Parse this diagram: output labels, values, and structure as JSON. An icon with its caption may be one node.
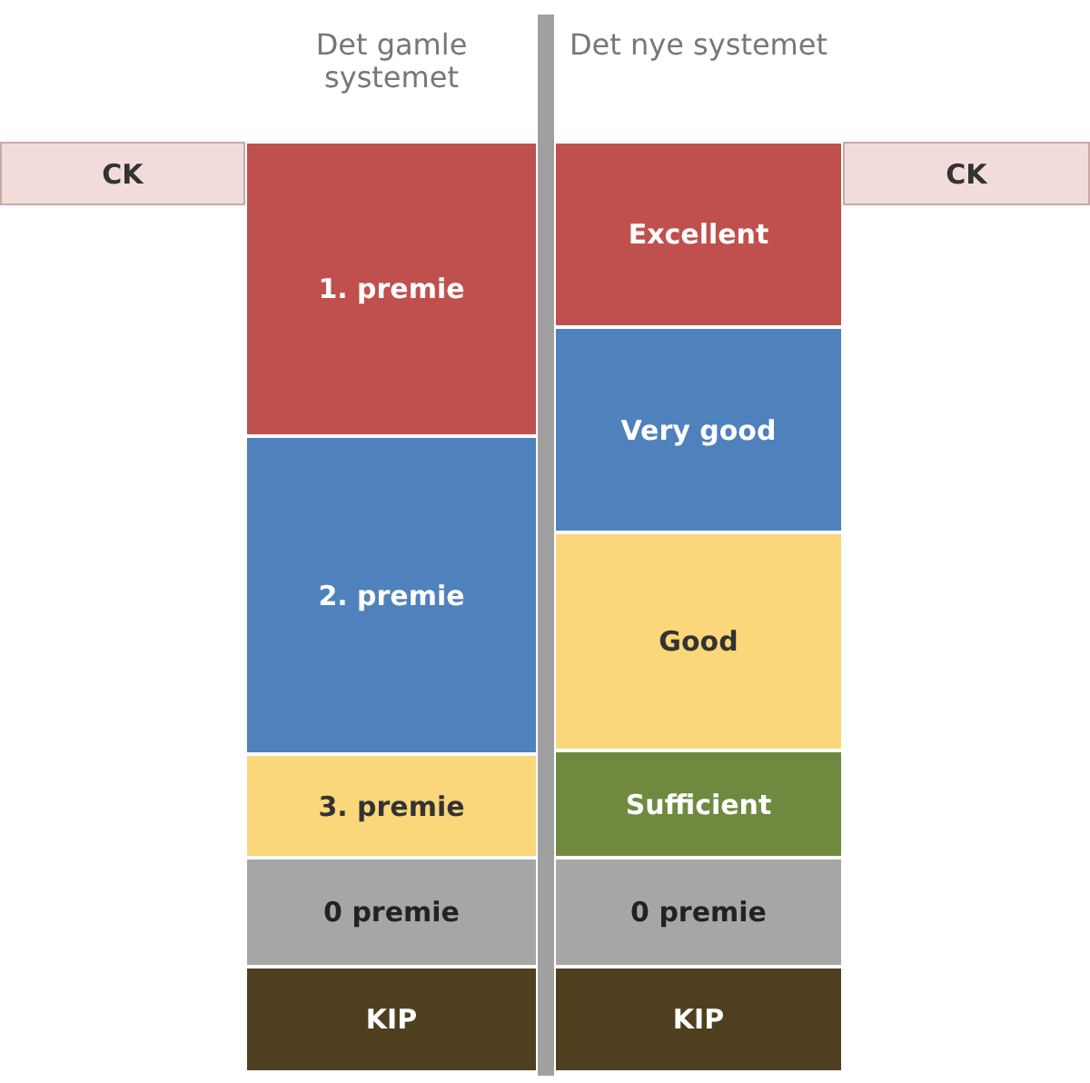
{
  "diagram": {
    "nodes": [
      {
        "text": [
          "CK"
        ]
      },
      {
        "text": [
          "1. premie"
        ]
      },
      {
        "text": [
          "2. premie"
        ]
      },
      {
        "text": [
          "3. premie"
        ]
      },
      {
        "text": [
          "0 premie"
        ]
      },
      {
        "text": [
          "KIP"
        ]
      },
      {
        "text": [
          "Excellent"
        ]
      },
      {
        "text": [
          "Very good"
        ]
      },
      {
        "text": [
          "Good"
        ]
      },
      {
        "text": [
          "Sufficient"
        ]
      },
      {
        "text": [
          "0 premie"
        ]
      },
      {
        "text": [
          "KIP"
        ]
      },
      {
        "text": [
          "CK"
        ]
      }
    ],
    "labels": [
      "Det gamle systemet",
      "Det nye systemet"
    ]
  }
}
